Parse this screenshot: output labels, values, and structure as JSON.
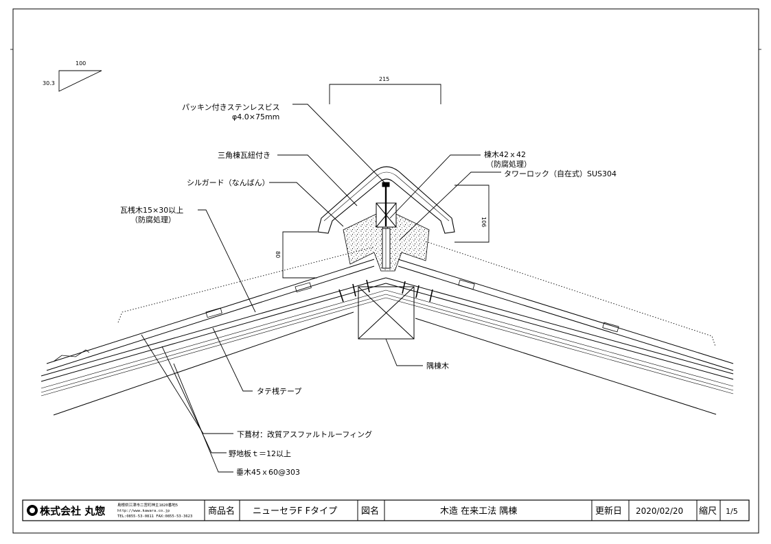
{
  "dimensions": {
    "slope_run": "100",
    "slope_rise": "30.3",
    "top_width": "215",
    "right_height": "106",
    "left_height": "80"
  },
  "labels": {
    "screw": "パッキン付きステンレスビス",
    "screw_size": "φ4.0×75mm",
    "ridge_tile": "三角棟瓦紐付き",
    "sealant": "シルガード（なんばん）",
    "batten": "瓦桟木15×30以上",
    "batten_treatment": "（防腐処理）",
    "ridge_timber": "棟木42ｘ42",
    "ridge_timber_treatment": "（防腐処理）",
    "tower_lock": "タワーロック（自在式）SUS304",
    "hip_beam": "隅棟木",
    "vertical_tape": "タテ桟テープ",
    "underlay": "下葺材：改質アスファルトルーフィング",
    "sheathing": "野地板ｔ＝12以上",
    "rafter": "垂木45ｘ60@303"
  },
  "title_block": {
    "company": "株式会社 丸惣",
    "address": "島根県江津市二宮町神主1820番地5",
    "url": "http://www.kawara.co.jp",
    "tel": "TEL:0855-53-0811 FAX:0855-53-3623",
    "product_label": "商品名",
    "product": "ニューセラF Fタイプ",
    "drawing_label": "図名",
    "drawing": "木造 在来工法 隅棟",
    "updated_label": "更新日",
    "updated": "2020/02/20",
    "scale_label": "縮尺",
    "scale": "1/5"
  }
}
